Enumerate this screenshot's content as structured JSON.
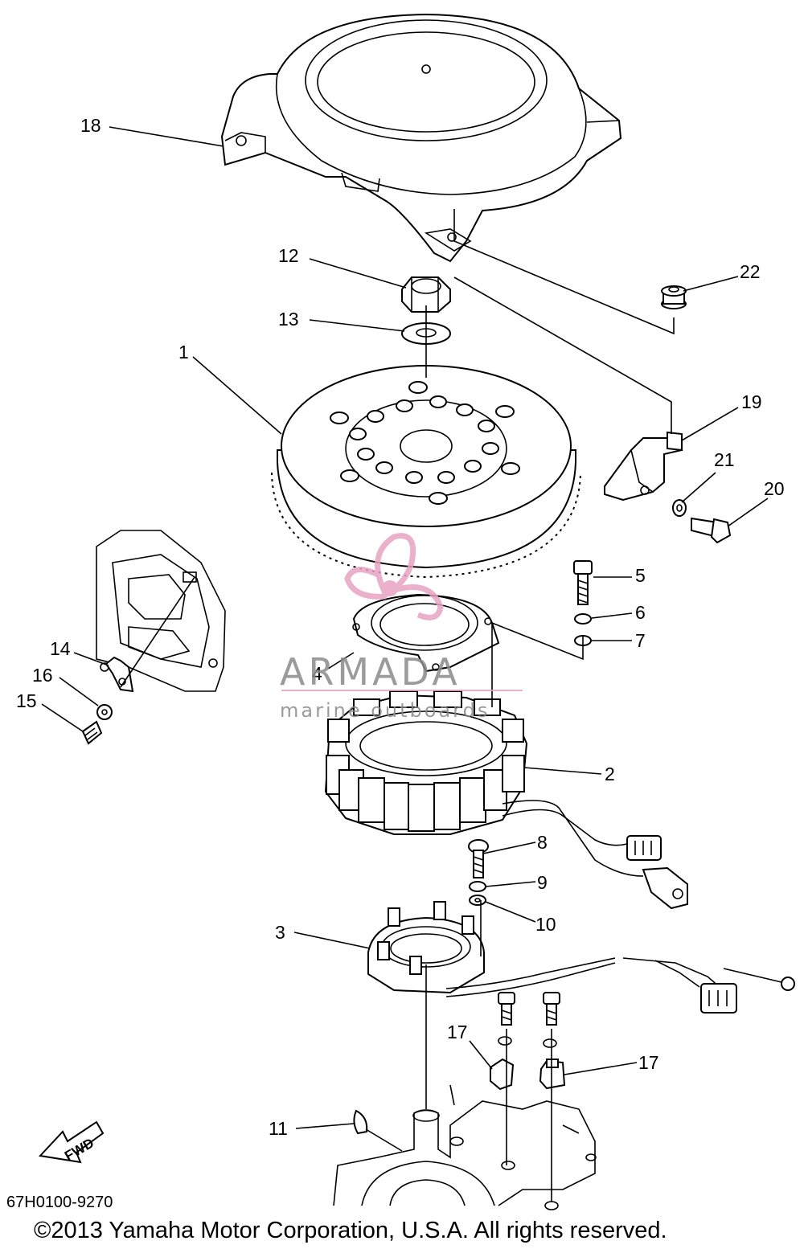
{
  "parts": {
    "p1": "1",
    "p2": "2",
    "p3": "3",
    "p4": "4",
    "p5": "5",
    "p6": "6",
    "p7": "7",
    "p8": "8",
    "p9": "9",
    "p10": "10",
    "p11": "11",
    "p12": "12",
    "p13": "13",
    "p14": "14",
    "p15": "15",
    "p16": "16",
    "p17a": "17",
    "p17b": "17",
    "p18": "18",
    "p19": "19",
    "p20": "20",
    "p21": "21",
    "p22": "22"
  },
  "watermark": {
    "brand": "ARMADA",
    "tagline": "marine outboards",
    "colors": {
      "logo": "#e7a3c4",
      "text": "#8a8a8a"
    }
  },
  "fwd_badge": "FWD",
  "reference_code": "67H0100-9270",
  "copyright": "©2013 Yamaha Motor Corporation, U.S.A. All rights reserved."
}
